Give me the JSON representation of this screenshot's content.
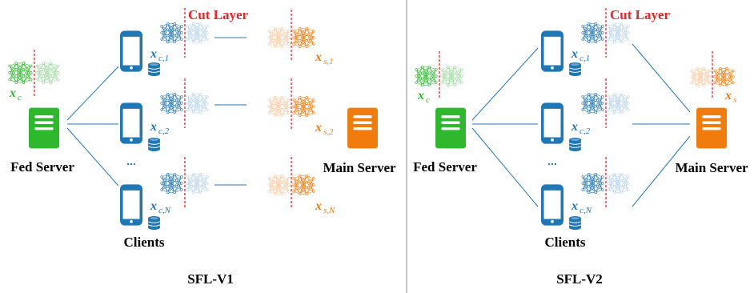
{
  "panels": [
    {
      "title": "SFL-V1",
      "fed_server_label": "Fed Server",
      "main_server_label": "Main Server",
      "clients_label": "Clients",
      "cut_layer_label": "Cut Layer",
      "ellipsis": "...",
      "fed_model_var": "x",
      "fed_model_sub": "c",
      "client_vars": [
        {
          "var": "x",
          "sub": "c,1"
        },
        {
          "var": "x",
          "sub": "c,2"
        },
        {
          "var": "x",
          "sub": "c,N"
        }
      ],
      "server_vars": [
        {
          "var": "x",
          "sub": "s,1"
        },
        {
          "var": "x",
          "sub": "s,2"
        },
        {
          "var": "x",
          "sub": "s,N"
        }
      ]
    },
    {
      "title": "SFL-V2",
      "fed_server_label": "Fed Server",
      "main_server_label": "Main Server",
      "clients_label": "Clients",
      "cut_layer_label": "Cut Layer",
      "ellipsis": "...",
      "fed_model_var": "x",
      "fed_model_sub": "c",
      "client_vars": [
        {
          "var": "x",
          "sub": "c,1"
        },
        {
          "var": "x",
          "sub": "c,2"
        },
        {
          "var": "x",
          "sub": "c,N"
        }
      ],
      "server_vars": [
        {
          "var": "x",
          "sub": "s"
        }
      ]
    }
  ],
  "colors": {
    "fed_server": "#2db82d",
    "main_server": "#f07c0d",
    "client": "#1f77b4",
    "cut_layer": "#e8262a",
    "divider": "#888888",
    "line": "#1f77b4"
  },
  "icons": {
    "server": "server-icon",
    "phone": "smartphone-icon",
    "database": "database-icon",
    "network": "neural-network-icon"
  }
}
